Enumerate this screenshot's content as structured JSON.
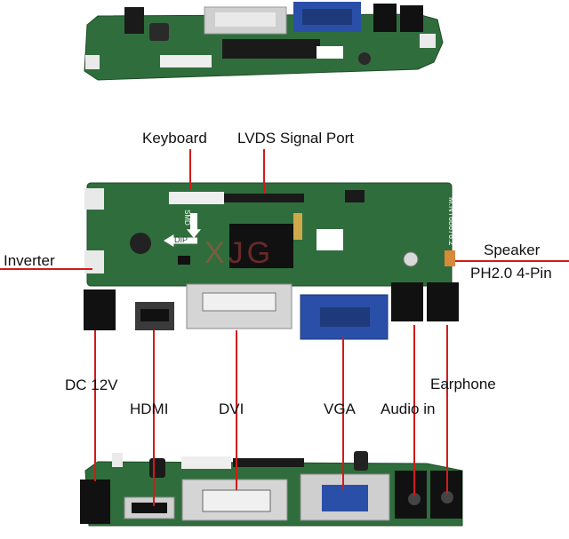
{
  "labels": {
    "keyboard": "Keyboard",
    "lvds": "LVDS Signal Port",
    "inverter": "Inverter",
    "speaker": "Speaker",
    "speaker_connector": "PH2.0 4-Pin",
    "dc": "DC 12V",
    "hdmi": "HDMI",
    "dvi": "DVI",
    "vga": "VGA",
    "audio_in": "Audio in",
    "earphone": "Earphone"
  },
  "board_silkscreen": {
    "dip": "DIP",
    "smd": "SMD",
    "model": "M.NT68676.2"
  },
  "colors": {
    "pcb_green": "#2f6e3c",
    "pcb_dark": "#244f2e",
    "annotation_line": "#d21a1a",
    "vga_blue": "#2a4fa8",
    "connector_metal": "#cfcfcf",
    "watermark": "#d24848"
  },
  "icons": [
    "arrow-left-icon",
    "arrow-down-icon"
  ]
}
